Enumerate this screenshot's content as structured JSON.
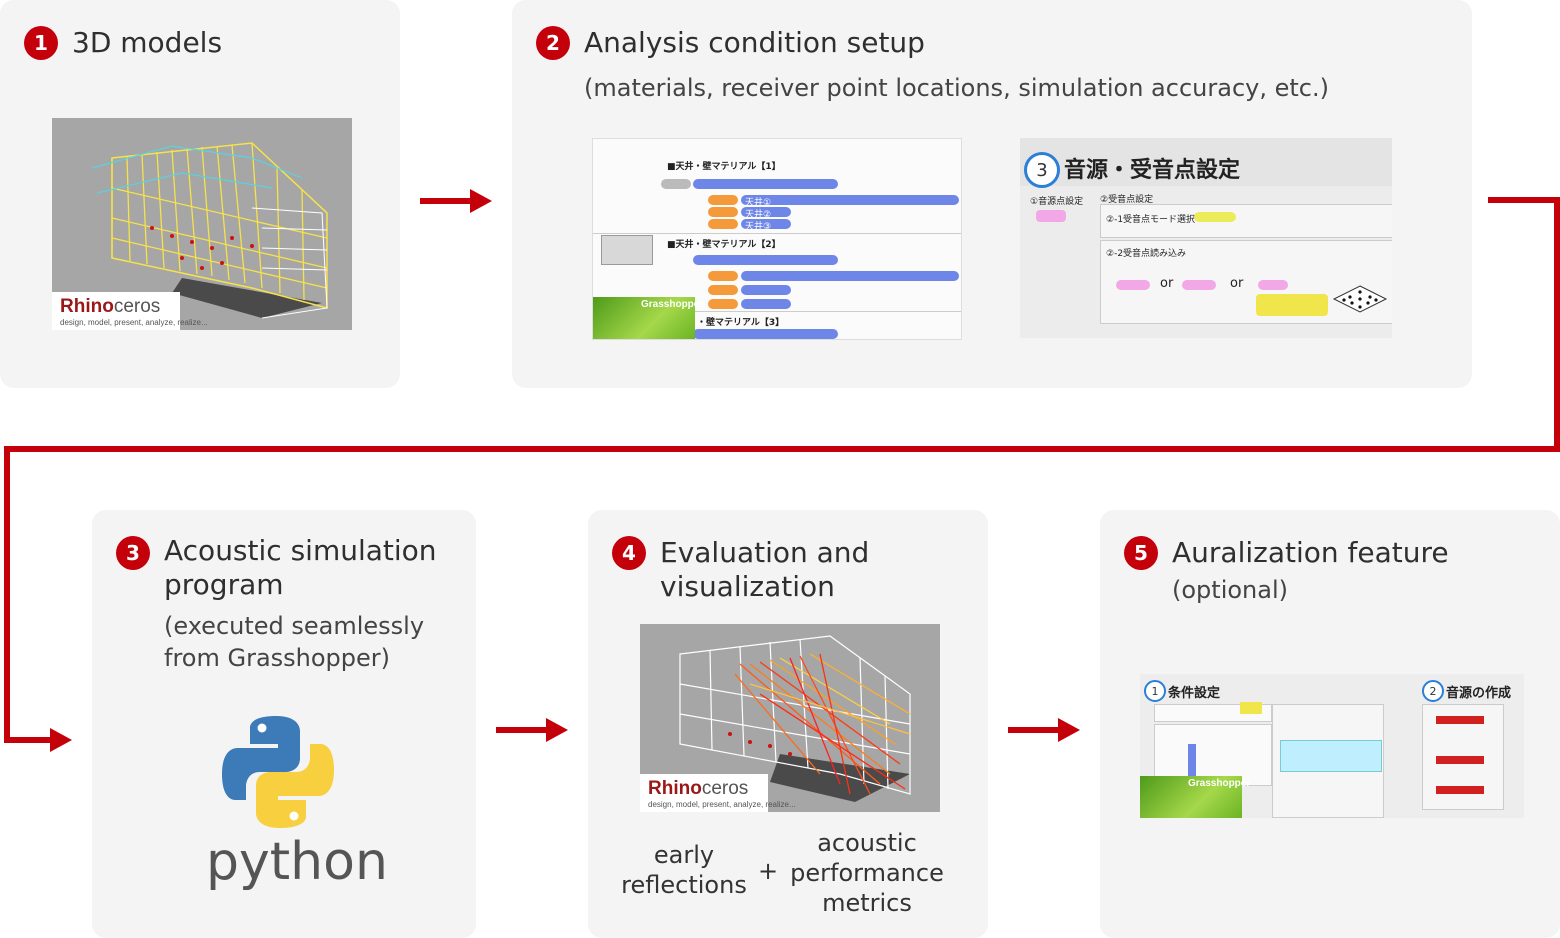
{
  "steps": [
    {
      "num": "1",
      "title": "3D models",
      "subtitle": ""
    },
    {
      "num": "2",
      "title": "Analysis condition setup",
      "subtitle": "(materials, receiver point locations, simulation accuracy, etc.)"
    },
    {
      "num": "3",
      "title": "Acoustic simulation program",
      "subtitle": "(executed seamlessly from Grasshopper)"
    },
    {
      "num": "4",
      "title": "Evaluation and visualization",
      "subtitle": ""
    },
    {
      "num": "5",
      "title": "Auralization feature",
      "subtitle": "(optional)"
    }
  ],
  "logos": {
    "rhino_name_bold": "Rhino",
    "rhino_name_rest": "ceros",
    "rhino_tagline": "design, model, present, analyze, realize...",
    "grasshopper": "Grasshopper",
    "python": "python"
  },
  "gh_material": {
    "heading1": "■天井・壁マテリアル【1】",
    "heading2": "■天井・壁マテリアル【2】",
    "heading3": "・壁マテリアル【3】",
    "items": [
      "天井①",
      "天井②",
      "天井③"
    ]
  },
  "gh_source": {
    "num": "3",
    "title": "音源・受音点設定",
    "source_label": "①音源点設定",
    "receiver_label": "②受音点設定",
    "mode_label": "②-1受音点モード選択",
    "load_label": "②-2受音点読み込み",
    "or1": "or",
    "or2": "or"
  },
  "gh_aural": {
    "num1": "1",
    "title1": "条件設定",
    "num2": "2",
    "title2": "音源の作成"
  },
  "metrics": {
    "left": "early reflections",
    "plus": "+",
    "right": "acoustic performance metrics"
  },
  "colors": {
    "accent": "#c4000b",
    "panel": "#f4f4f4",
    "node_blue": "#6e86e8",
    "node_orange": "#f49a3a"
  }
}
